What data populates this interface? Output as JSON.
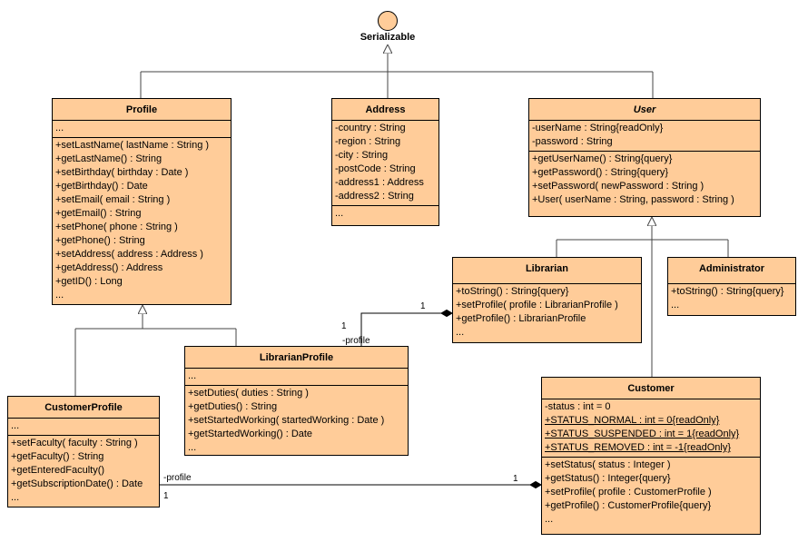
{
  "interface": {
    "name": "Serializable"
  },
  "classes": {
    "profile": {
      "name": "Profile",
      "attributes": [
        "..."
      ],
      "operations": [
        "+setLastName( lastName : String )",
        "+getLastName() : String",
        "+setBirthday( birthday : Date )",
        "+getBirthday() : Date",
        "+setEmail( email : String )",
        "+getEmail() : String",
        "+setPhone( phone : String )",
        "+getPhone() : String",
        "+setAddress( address : Address )",
        "+getAddress() : Address",
        "+getID() : Long",
        "..."
      ]
    },
    "address": {
      "name": "Address",
      "attributes": [
        "-country : String",
        "-region : String",
        "-city : String",
        "-postCode : String",
        "-address1 : Address",
        "-address2 : String"
      ],
      "operations": [
        "..."
      ]
    },
    "user": {
      "name": "User",
      "attributes": [
        "-userName : String{readOnly}",
        "-password : String"
      ],
      "operations": [
        "+getUserName() : String{query}",
        "+getPassword() : String{query}",
        "+setPassword( newPassword : String )",
        "+User( userName : String, password : String )"
      ]
    },
    "librarian": {
      "name": "Librarian",
      "operations": [
        "+toString() : String{query}",
        "+setProfile( profile : LibrarianProfile )",
        "+getProfile() : LibrarianProfile",
        "..."
      ]
    },
    "administrator": {
      "name": "Administrator",
      "operations": [
        "+toString() : String{query}",
        "..."
      ]
    },
    "librarianProfile": {
      "name": "LibrarianProfile",
      "attributes": [
        "..."
      ],
      "operations": [
        "+setDuties( duties : String )",
        "+getDuties() : String",
        "+setStartedWorking( startedWorking : Date )",
        "+getStartedWorking() : Date",
        "..."
      ]
    },
    "customerProfile": {
      "name": "CustomerProfile",
      "attributes": [
        "..."
      ],
      "operations": [
        "+setFaculty( faculty : String )",
        "+getFaculty() : String",
        "+getEnteredFaculty()",
        "+getSubscriptionDate() : Date",
        "..."
      ]
    },
    "customer": {
      "name": "Customer",
      "attributes": [
        "-status : int = 0"
      ],
      "static_attributes": [
        "+STATUS_NORMAL : int = 0{readOnly}",
        "+STATUS_SUSPENDED : int = 1{readOnly}",
        "+STATUS_REMOVED : int = -1{readOnly}"
      ],
      "operations": [
        "+setStatus( status : Integer )",
        "+getStatus() : Integer{query}",
        "+setProfile( profile : CustomerProfile )",
        "+getProfile() : CustomerProfile{query}",
        "..."
      ]
    }
  },
  "associations": {
    "librarian_profile": {
      "role": "-profile",
      "mult_profile_end": "1",
      "mult_librarian_end": "1"
    },
    "customer_profile": {
      "role": "-profile",
      "mult_profile_end": "1",
      "mult_customer_end": "1"
    }
  },
  "colors": {
    "class_fill": "#ffcc99",
    "line": "#000000",
    "connector": "#555555"
  }
}
